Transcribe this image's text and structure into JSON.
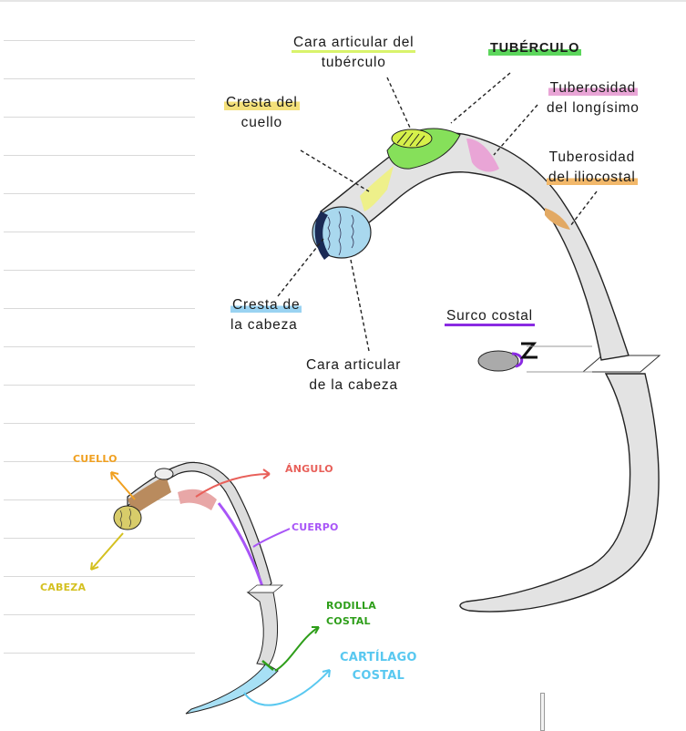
{
  "top_diagram": {
    "labels": {
      "cara_articular_tuberculo": [
        "Cara articular del",
        "tubérculo"
      ],
      "tuberculo": "TUBÉRCULO",
      "tuberosidad_longisimo": [
        "Tuberosidad",
        "del longísimo"
      ],
      "cresta_cuello": [
        "Cresta del",
        "cuello"
      ],
      "tuberosidad_iliocostal": [
        "Tuberosidad",
        "del iliocostal"
      ],
      "cresta_cabeza": [
        "Cresta de",
        "la cabeza"
      ],
      "surco_costal": "Surco costal",
      "cara_articular_cabeza": [
        "Cara articular",
        "de la cabeza"
      ]
    },
    "highlight_colors": {
      "cara_articular_tuberculo": "#d9f36b",
      "tuberculo": "#5cd65c",
      "tuberosidad_longisimo": "#e9a5d6",
      "cresta_cuello": "#f4e07a",
      "tuberosidad_iliocostal": "#f2b86a",
      "cresta_cabeza": "#9ad3f2",
      "surco_costal": "#8a2be2"
    }
  },
  "bottom_diagram": {
    "labels": {
      "cuello": "CUELLO",
      "angulo": "ÁNGULO",
      "cuerpo": "CUERPO",
      "cabeza": "CABEZA",
      "rodilla_costal": [
        "RODILLA",
        "COSTAL"
      ],
      "cartilago_costal": [
        "CARTÍLAGO",
        "COSTAL"
      ]
    },
    "colors": {
      "cuello": "#f0a020",
      "angulo": "#e8605a",
      "cuerpo": "#a855f7",
      "cabeza": "#d4c020",
      "rodilla_costal": "#2e9e1a",
      "cartilago_costal": "#59c8f0"
    }
  }
}
